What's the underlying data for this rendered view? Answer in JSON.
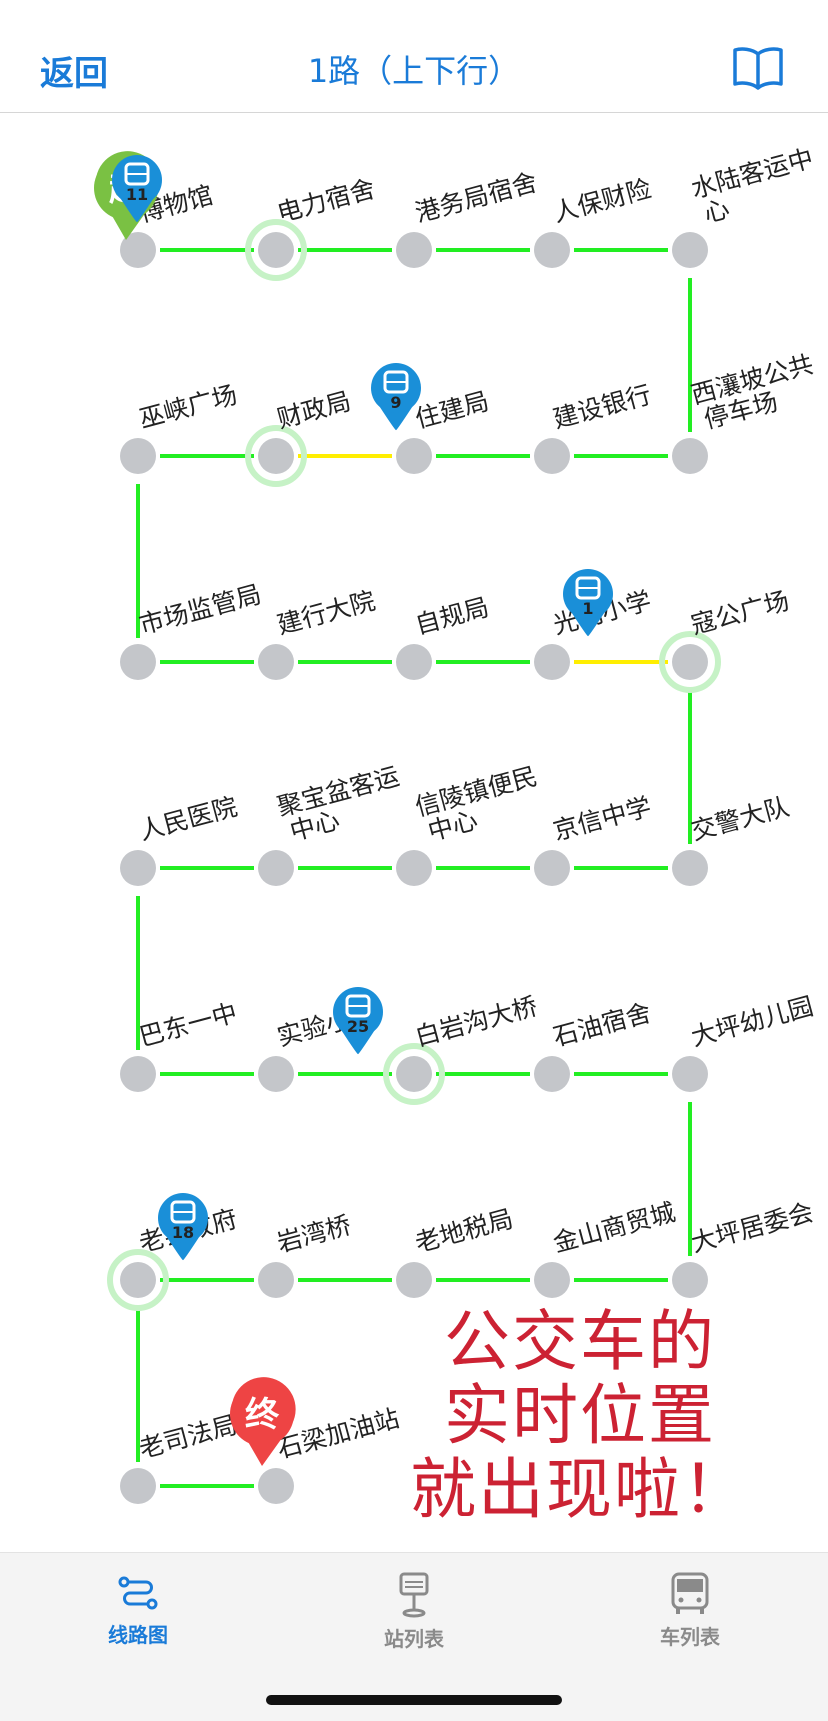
{
  "nav": {
    "back_label": "返回",
    "title": "1路（上下行）",
    "book_icon": "book-icon"
  },
  "colors": {
    "accent": "#1a7bd8",
    "line": "#22ee22",
    "congested": "#ffee00",
    "station": "#c4c6ca",
    "bus_pin": "#1a8fd8",
    "start": "#7ac143",
    "end": "#ee4444",
    "slogan": "#cc2233"
  },
  "stations": [
    {
      "name": "博物馆"
    },
    {
      "name": "电力宿舍"
    },
    {
      "name": "港务局宿舍"
    },
    {
      "name": "人保财险"
    },
    {
      "name": "水陆客运中心"
    },
    {
      "name": "西瀼坡公共停车场"
    },
    {
      "name": "建设银行"
    },
    {
      "name": "住建局"
    },
    {
      "name": "财政局"
    },
    {
      "name": "巫峡广场"
    },
    {
      "name": "市场监管局"
    },
    {
      "name": "建行大院"
    },
    {
      "name": "自规局"
    },
    {
      "name": "光明小学"
    },
    {
      "name": "寇公广场"
    },
    {
      "name": "交警大队"
    },
    {
      "name": "京信中学"
    },
    {
      "name": "信陵镇便民中心"
    },
    {
      "name": "聚宝盆客运中心"
    },
    {
      "name": "人民医院"
    },
    {
      "name": "巴东一中"
    },
    {
      "name": "实验小学"
    },
    {
      "name": "白岩沟大桥"
    },
    {
      "name": "石油宿舍"
    },
    {
      "name": "大坪幼儿园"
    },
    {
      "name": "大坪居委会"
    },
    {
      "name": "金山商贸城"
    },
    {
      "name": "老地税局"
    },
    {
      "name": "岩湾桥"
    },
    {
      "name": "老县政府"
    },
    {
      "name": "老司法局"
    },
    {
      "name": "石梁加油站"
    }
  ],
  "buses": [
    {
      "number": "11"
    },
    {
      "number": "9"
    },
    {
      "number": "1"
    },
    {
      "number": "25"
    },
    {
      "number": "18"
    }
  ],
  "markers": {
    "start_label": "起",
    "end_label": "终"
  },
  "slogan": [
    "公交车的",
    "实时位置",
    "就出现啦！"
  ],
  "tabs": [
    {
      "label": "线路图",
      "icon": "route-icon",
      "active": true
    },
    {
      "label": "站列表",
      "icon": "station-sign-icon",
      "active": false
    },
    {
      "label": "车列表",
      "icon": "bus-icon",
      "active": false
    }
  ]
}
